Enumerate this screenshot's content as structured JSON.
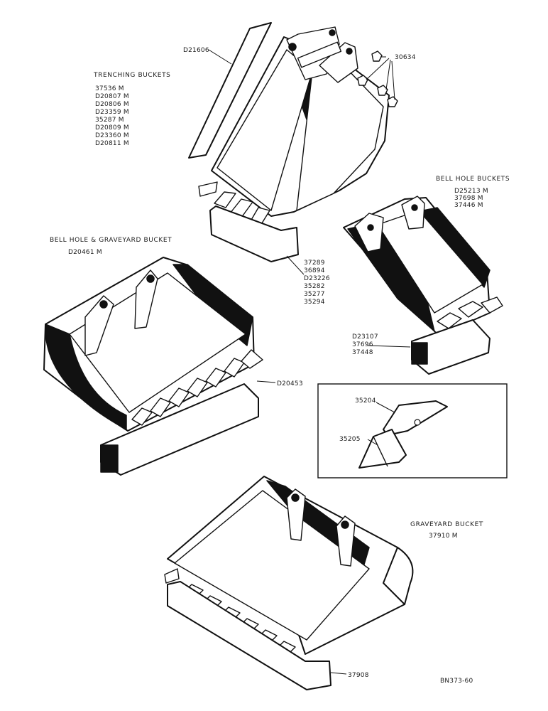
{
  "trenching": {
    "title": "TRENCHING BUCKETS",
    "parts": [
      "37536 M",
      "D20807 M",
      "D20806 M",
      "D23359 M",
      "35287 M",
      "D20809 M",
      "D23360 M",
      "D20811 M"
    ],
    "side_cutter": "D21606",
    "bolt_nut": "30634",
    "teeth_parts": [
      "37289",
      "36894",
      "D23226",
      "35282",
      "35277",
      "35294"
    ]
  },
  "bell_hole": {
    "title": "BELL HOLE BUCKETS",
    "parts": [
      "D25213 M",
      "37698 M",
      "37446 M"
    ],
    "teeth_parts": [
      "D23107",
      "37696",
      "37448"
    ]
  },
  "bell_hole_graveyard": {
    "title": "BELL HOLE & GRAVEYARD BUCKET",
    "part": "D20461 M",
    "teeth_part": "D20453"
  },
  "tooth_detail": {
    "tooth": "35204",
    "adapter": "35205"
  },
  "graveyard": {
    "title": "GRAVEYARD BUCKET",
    "part": "37910 M",
    "teeth_part": "37908"
  },
  "drawing_number": "BN373-60"
}
